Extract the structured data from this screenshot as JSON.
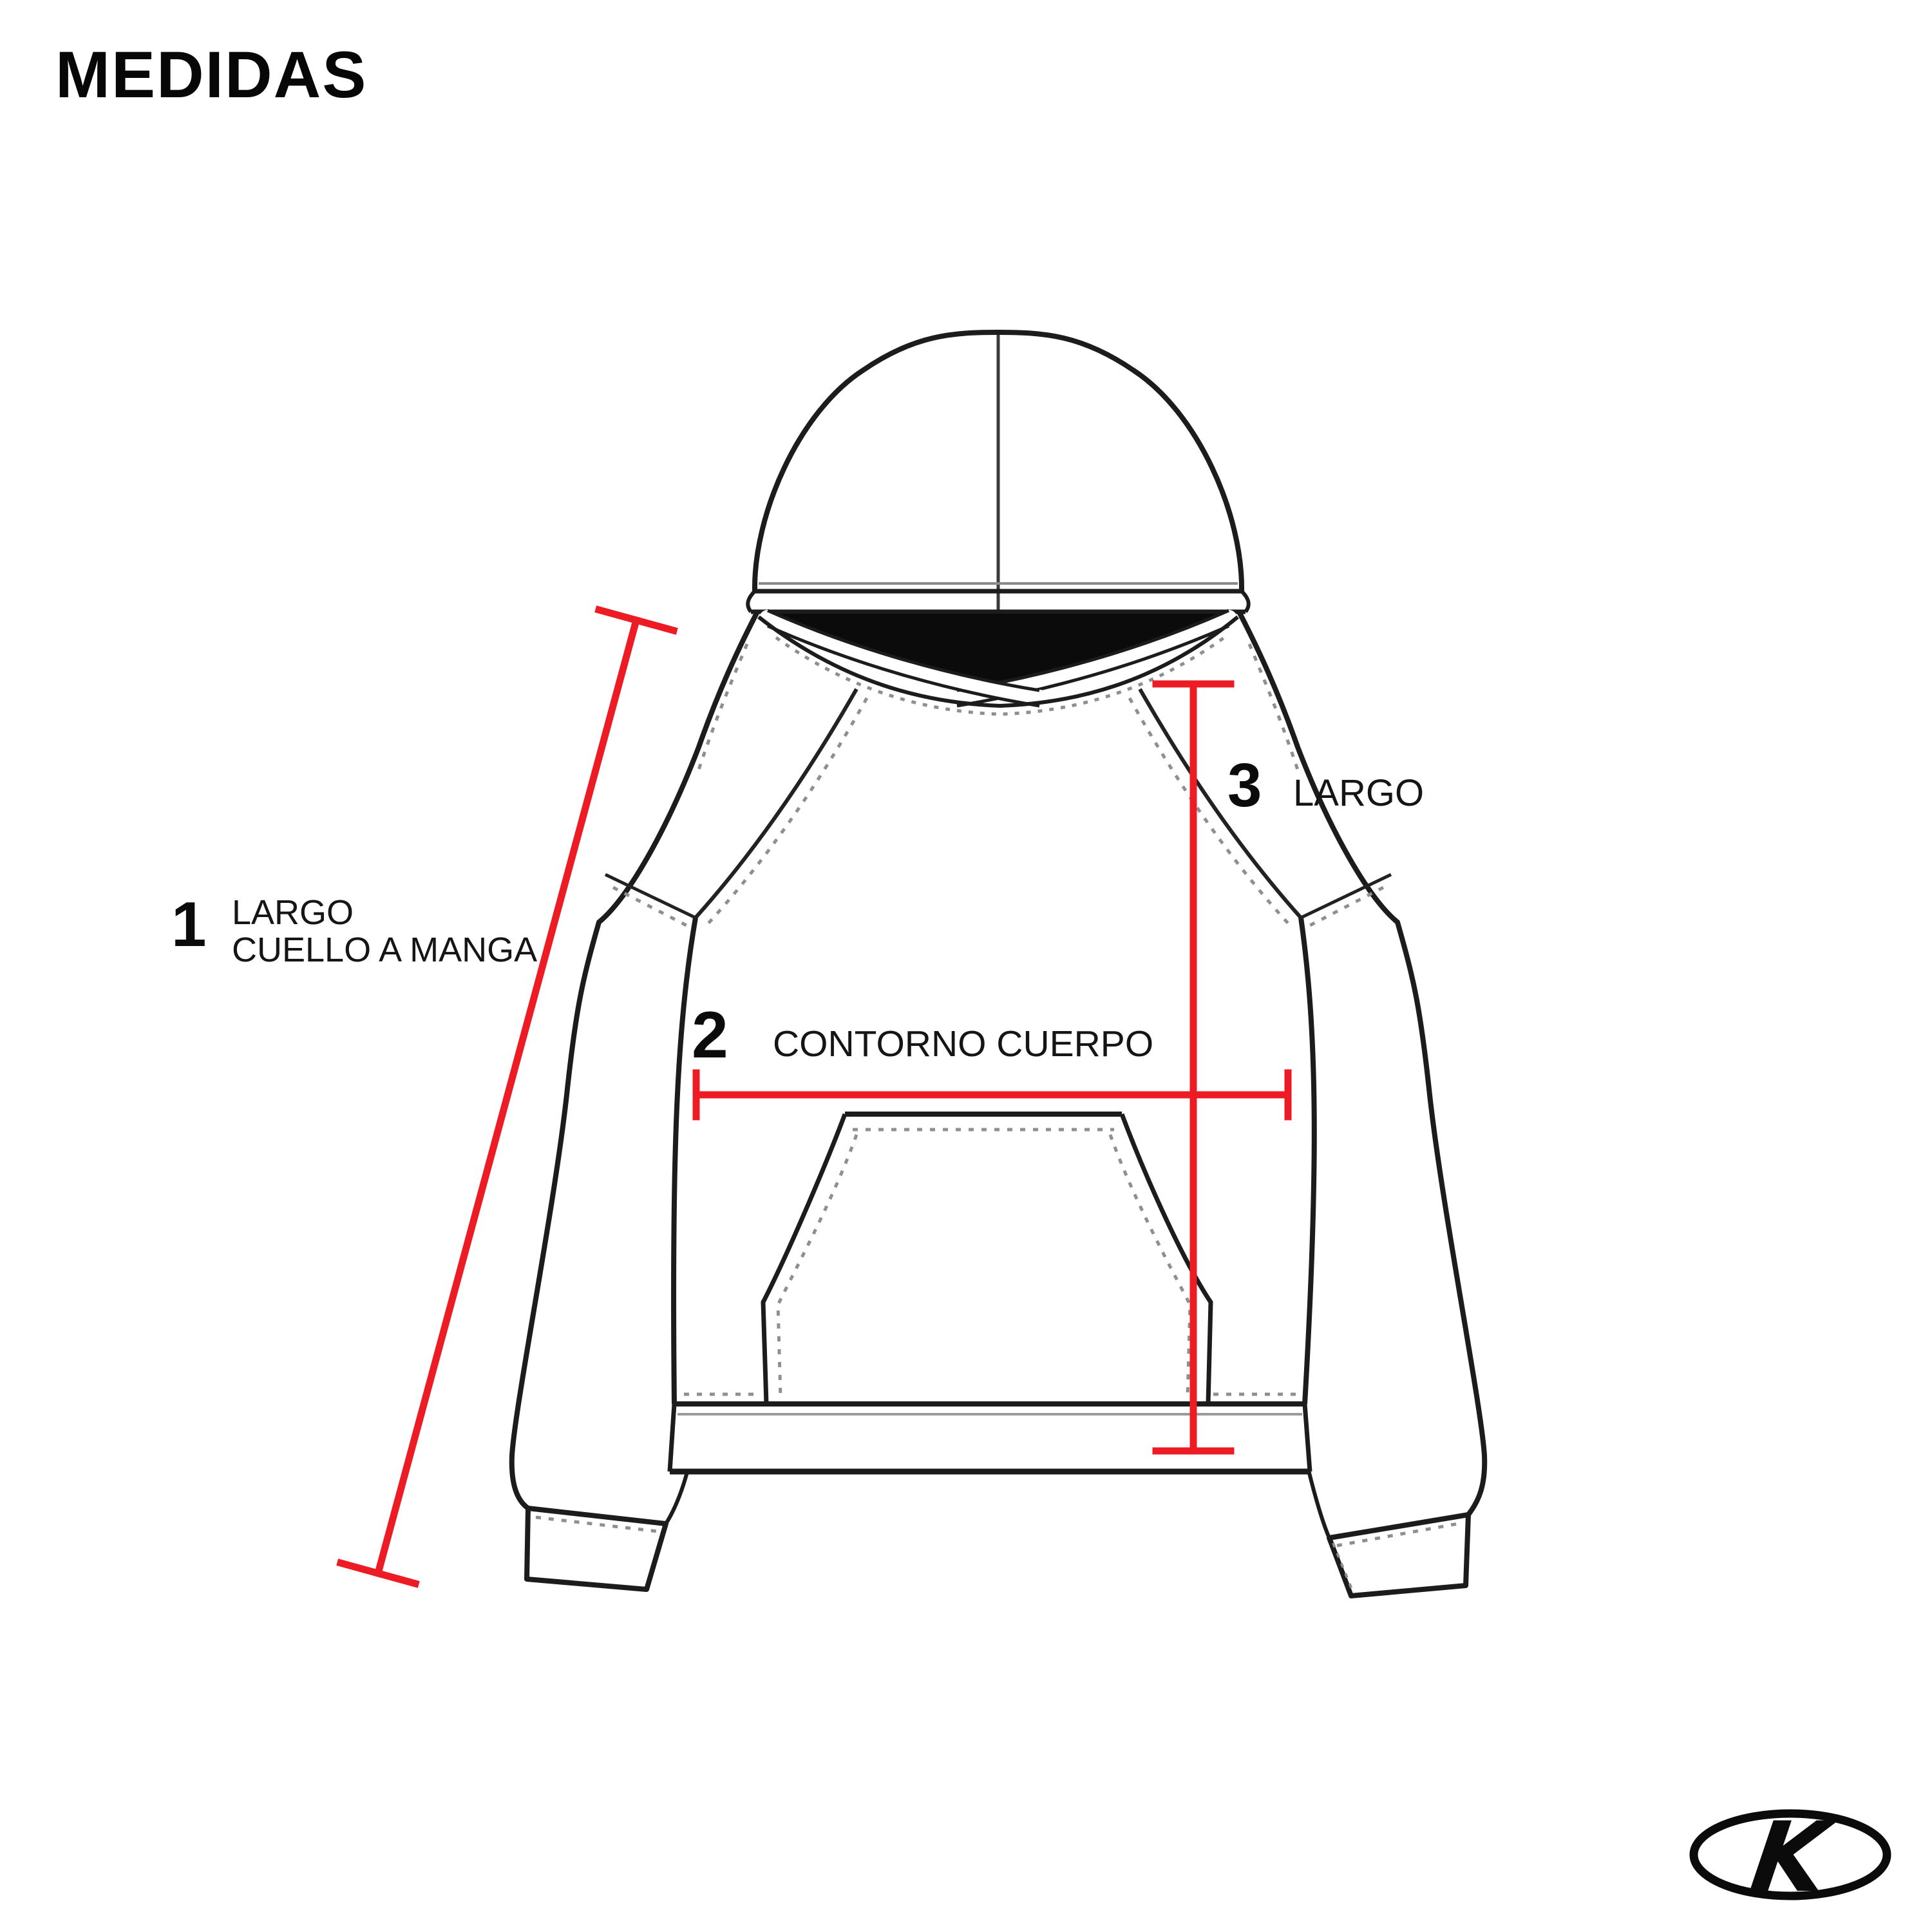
{
  "page": {
    "title": "MEDIDAS",
    "background": "#ffffff"
  },
  "diagram": {
    "type": "garment-measurement-diagram",
    "garment": "hoodie technical flat, front view"
  },
  "measurements": [
    {
      "number": "1",
      "label_line1": "LARGO",
      "label_line2": "CUELLO A MANGA"
    },
    {
      "number": "2",
      "label": "CONTORNO CUERPO"
    },
    {
      "number": "3",
      "label": "LARGO"
    }
  ],
  "logo": {
    "letter": "K"
  },
  "colors": {
    "measurement_red": "#ED1C24",
    "outline_black": "#1c1c1c",
    "hood_interior_black": "#0b0b0b",
    "stitch_gray": "#8f8f8f"
  }
}
